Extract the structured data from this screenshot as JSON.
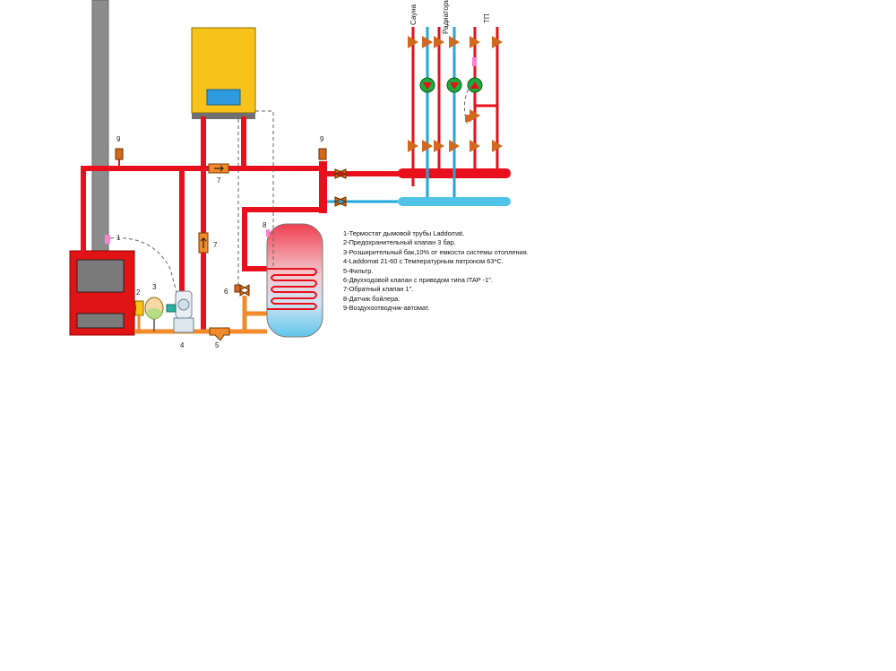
{
  "callouts": {
    "n1": "1",
    "n2": "2",
    "n3": "3",
    "n4": "4",
    "n5": "5",
    "n6": "6",
    "n7a": "7",
    "n7b": "7",
    "n8": "8",
    "n9a": "9",
    "n9b": "9"
  },
  "branches": {
    "sauna": "Сауна",
    "radiators": "Радиаторы",
    "floor": "ТП"
  },
  "legend": [
    "1-Термостат дымовой трубы Laddomat.",
    "2-Предохранительный клапан 3 бар.",
    "3-Розширительный бак,10% от емкости системы отопления.",
    "4-Laddomat 21-60 с Температурным патроном 63*С.",
    "5-Фильтр.",
    "6-Двухходовой клапан с приводом типа ITAP -1\".",
    "7-Обратный клапан 1\".",
    "8-Датчик бойлера.",
    "9-Воздухоотводчик-автомат."
  ],
  "colors": {
    "supply": "#e8101c",
    "return": "#1fa8d8",
    "return_boiler": "#f08a2a",
    "chimney": "#8c8c8c",
    "boiler_body": "#e01414",
    "boiler_dark": "#7a7a7a",
    "gas_boiler": "#f7c21a",
    "gas_boiler_base": "#707070",
    "display": "#2e9be0",
    "valve": "#d2691e",
    "pump": "#1faa3c",
    "sensor": "#ff7fd0",
    "manifold_return": "#4fc3e8"
  }
}
